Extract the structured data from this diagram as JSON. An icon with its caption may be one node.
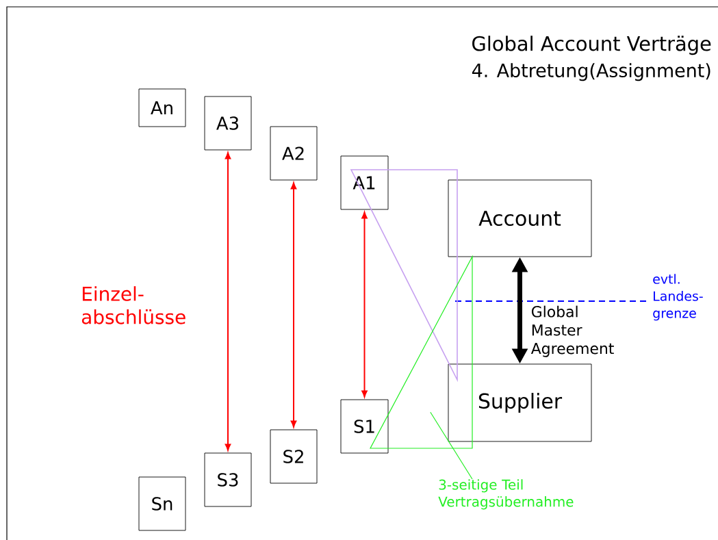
{
  "diagram": {
    "title": "Global Account Verträge",
    "nodes": [
      {
        "text": [
          "An"
        ]
      },
      {
        "text": [
          "A3"
        ]
      },
      {
        "text": [
          "A2"
        ]
      },
      {
        "text": [
          "A1"
        ]
      },
      {
        "text": [
          "Account"
        ]
      },
      {
        "text": [
          "Sn"
        ]
      },
      {
        "text": [
          "S3"
        ]
      },
      {
        "text": [
          "S2"
        ]
      },
      {
        "text": [
          "S1"
        ]
      },
      {
        "text": [
          "Supplier"
        ]
      },
      {
        "text": [],
        "shape": "triangle"
      },
      {
        "text": [],
        "shape": "triangle"
      },
      {
        "text": [
          "3-seitige Teil Vertragsübernahme"
        ]
      }
    ],
    "edges": [
      {
        "from": 1,
        "to": 6,
        "arrow": "both",
        "color": "#ff0000"
      },
      {
        "from": 2,
        "to": 7,
        "arrow": "both",
        "color": "#ff0000"
      },
      {
        "from": 3,
        "to": 8,
        "arrow": "both",
        "color": "#ff0000"
      },
      {
        "from": 4,
        "to": 9,
        "arrow": "both",
        "style": "thick",
        "color": "#000000",
        "label": "Global Master Agreement"
      },
      {
        "from": 12,
        "to": 11,
        "arrow": "none",
        "color": "#22ee22"
      }
    ],
    "labels": [
      "4. Abtretung(Assignment)",
      "Einzel- abschlüsse",
      "evtl. Landes- grenze"
    ]
  }
}
